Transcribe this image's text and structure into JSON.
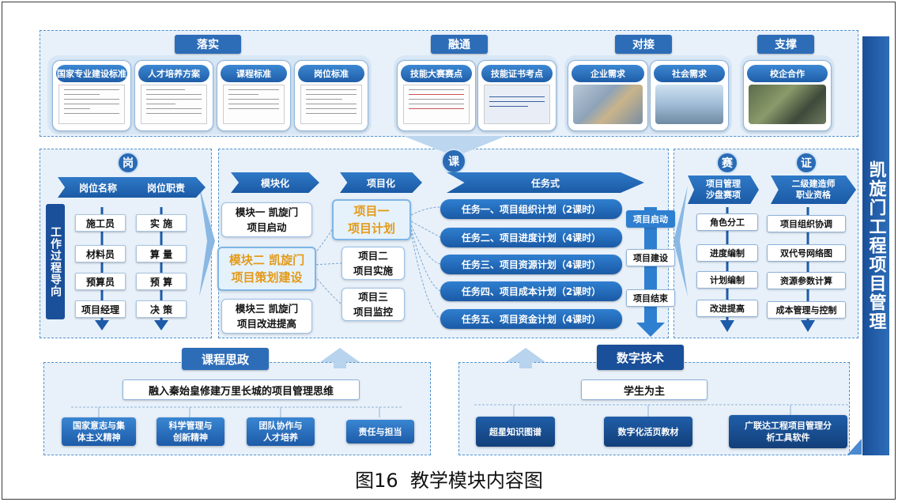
{
  "top": {
    "headers": {
      "luoshi": "落实",
      "rongtong": "融通",
      "duijie": "对接",
      "zhicheng": "支撑"
    },
    "cards": [
      "国家专业建设标准",
      "人才培养方案",
      "课程标准",
      "岗位标准",
      "技能大赛赛点",
      "技能证书考点",
      "企业需求",
      "社会需求",
      "校企合作"
    ]
  },
  "ke": "课",
  "left": {
    "circle": "岗",
    "col_headers": [
      "岗位名称",
      "岗位职责"
    ],
    "vertical": "工作过程导向",
    "names": [
      "施工员",
      "材料员",
      "预算员",
      "项目经理"
    ],
    "duties": [
      "实 施",
      "算 量",
      "预 算",
      "决 策"
    ]
  },
  "center": {
    "chevrons": [
      "模块化",
      "项目化",
      "任务式"
    ],
    "modules": [
      [
        "模块一 凯旋门",
        "项目启动"
      ],
      [
        "模块二 凯旋门",
        "项目策划建设"
      ],
      [
        "模块三 凯旋门",
        "项目改进提高"
      ]
    ],
    "projects": [
      [
        "项目一",
        "项目计划"
      ],
      [
        "项目二",
        "项目实施"
      ],
      [
        "项目三",
        "项目监控"
      ]
    ],
    "tasks": [
      "任务一、项目组织计划（2课时）",
      "任务二、项目进度计划（4课时）",
      "任务三、项目资源计划（4课时）",
      "任务四、项目成本计划（2课时）",
      "任务五、项目资金计划（4课时）"
    ],
    "stages": [
      "项目启动",
      "项目建设",
      "项目结束"
    ]
  },
  "right": {
    "sai": "赛",
    "zheng": "证",
    "sai_header": [
      "项目管理",
      "沙盘赛项"
    ],
    "zheng_header": [
      "二级建造师",
      "职业资格"
    ],
    "sai_items": [
      "角色分工",
      "进度编制",
      "计划编制",
      "改进提高"
    ],
    "zheng_items": [
      "项目组织协调",
      "双代号网络图",
      "资源参数计算",
      "成本管理与控制"
    ]
  },
  "side_title": "凯旋门工程项目管理",
  "bottom_left": {
    "header": "课程思政",
    "main": "融入秦始皇修建万里长城的项目管理思维",
    "items": [
      [
        "国家意志与集",
        "体主义精神"
      ],
      [
        "科学管理与",
        "创新精神"
      ],
      [
        "团队协作与",
        "人才培养"
      ],
      [
        "责任与担当"
      ]
    ]
  },
  "bottom_right": {
    "header": "数字技术",
    "main": "学生为主",
    "items": [
      [
        "超星知识图谱"
      ],
      [
        "数字化活页教材"
      ],
      [
        "广联达工程项目管理分",
        "析工具软件"
      ]
    ]
  },
  "caption": "图16  教学模块内容图",
  "colors": {
    "primary": "#2d6db8",
    "dark": "#1a4f99",
    "accent": "#e49a1a",
    "panel": "#e8f1fa"
  }
}
